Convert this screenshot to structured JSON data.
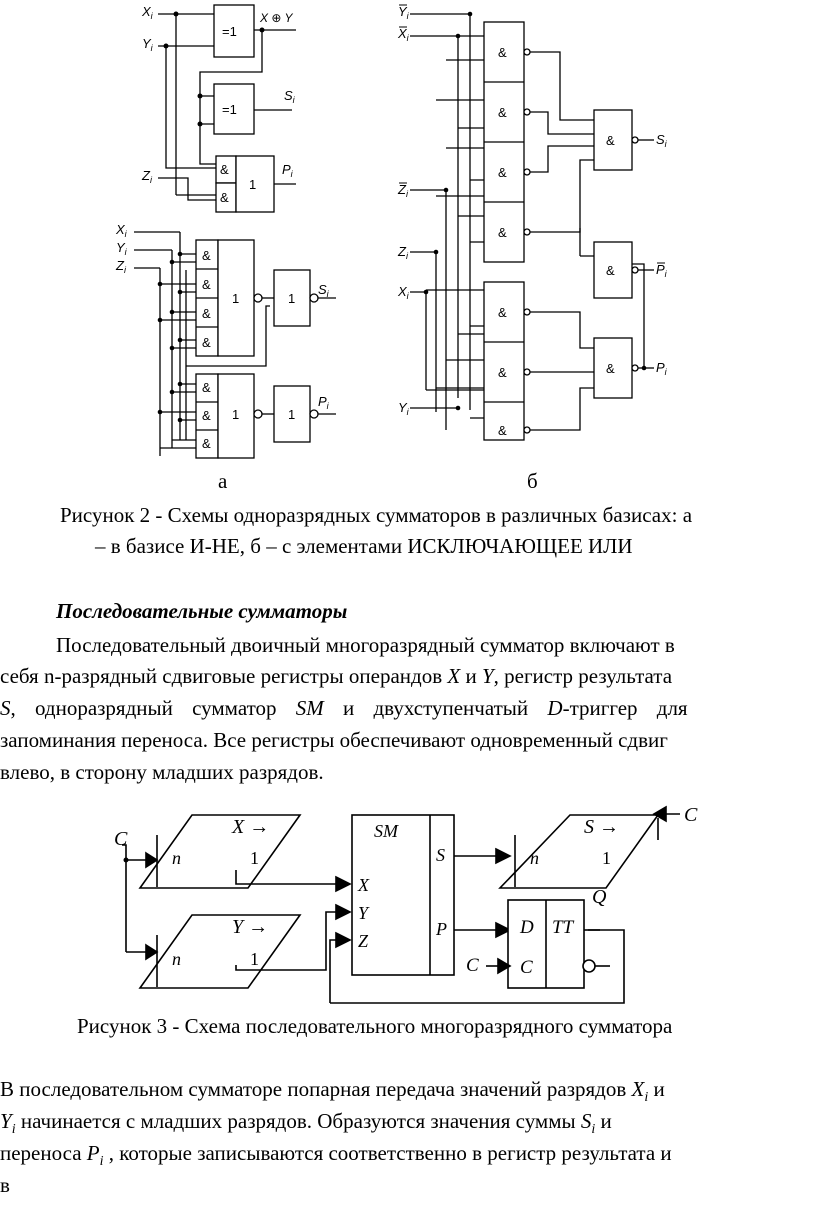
{
  "fig2": {
    "label_a": "а",
    "label_b": "б",
    "caption_line1": "Рисунок 2 - Схемы одноразрядных сумматоров в различных базисах: а",
    "caption_line2": "– в базисе И-НЕ, б – с элементами ИСКЛЮЧАЮЩЕЕ ИЛИ",
    "gates": {
      "xor": "=1",
      "and": "&",
      "or": "1"
    },
    "signals": {
      "xi": "X",
      "yi": "Y",
      "zi": "Z",
      "si": "S",
      "pi": "P",
      "sub": "i",
      "xor_out": "X ⊕ Y"
    }
  },
  "section": {
    "heading": "Последовательные сумматоры",
    "para1": {
      "l1": "Последовательный двоичный многоразрядный сумматор включают в",
      "l2a": "себя n-разрядный сдвиговые регистры операндов ",
      "l2x": "X",
      "l2b": " и ",
      "l2y": "Y",
      "l2c": ", регистр результата",
      "l3s": "S",
      "l3a": ", одноразрядный сумматор ",
      "l3sm": "SM",
      "l3b": " и двухступенчатый ",
      "l3d": "D",
      "l3c": "-триггер для",
      "l4": "запоминания переноса. Все регистры обеспечивают одновременный сдвиг",
      "l5": "влево, в сторону младших разрядов."
    }
  },
  "fig3": {
    "caption": "Рисунок 3 - Схема последовательного многоразрядного сумматора",
    "reg_x": "X →",
    "reg_y": "Y →",
    "reg_s": "S →",
    "n": "n",
    "one": "1",
    "c": "C",
    "sm": "SM",
    "in_x": "X",
    "in_y": "Y",
    "in_z": "Z",
    "out_s": "S",
    "out_p": "P",
    "d": "D",
    "tt": "TT",
    "q": "Q"
  },
  "para2": {
    "l1a": "В последовательном сумматоре попарная передача значений разрядов ",
    "l1x": "X",
    "l1xi": "i",
    "l1b": " и",
    "l2y": "Y",
    "l2yi": "i",
    "l2a": " начинается с младших разрядов. Образуются значения суммы ",
    "l2s": "S",
    "l2si": "i",
    "l2b": " и",
    "l3a": "переноса ",
    "l3p": "P",
    "l3pi": "i",
    "l3b": " , которые записываются соответственно в регистр результата и",
    "l4": "в"
  }
}
